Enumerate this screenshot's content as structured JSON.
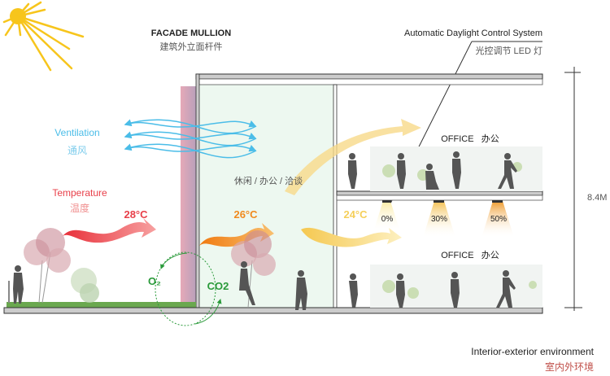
{
  "facade": {
    "title": "FACADE MULLION",
    "subtitle": "建筑外立面杆件"
  },
  "daylight": {
    "title": "Automatic Daylight Control System",
    "subtitle": "光控调节 LED 灯"
  },
  "ventilation": {
    "label": "Ventilation",
    "label_cn": "通风"
  },
  "temperature": {
    "label": "Temperature",
    "label_cn": "温度",
    "outdoor": "28°C",
    "atrium": "26°C",
    "office": "24°C"
  },
  "atrium": {
    "label": "休闲 / 办公 / 洽谈"
  },
  "offices": [
    {
      "label": "OFFICE   办公"
    },
    {
      "label": "OFFICE   办公"
    }
  ],
  "lights": [
    {
      "label": "0%",
      "level": 0
    },
    {
      "label": "30%",
      "level": 30
    },
    {
      "label": "50%",
      "level": 50
    }
  ],
  "gases": {
    "o2": "O₂",
    "co2": "CO2"
  },
  "dimension": {
    "height": "8.4M"
  },
  "caption": {
    "title": "Interior-exterior environment",
    "subtitle": "室内外环境"
  },
  "colors": {
    "ventilation": "#4bbde8",
    "red": "#e8404a",
    "orange": "#f08a1e",
    "yellow": "#f5cf5a",
    "green": "#2a9a3a",
    "caption_cn": "#c0504a"
  }
}
